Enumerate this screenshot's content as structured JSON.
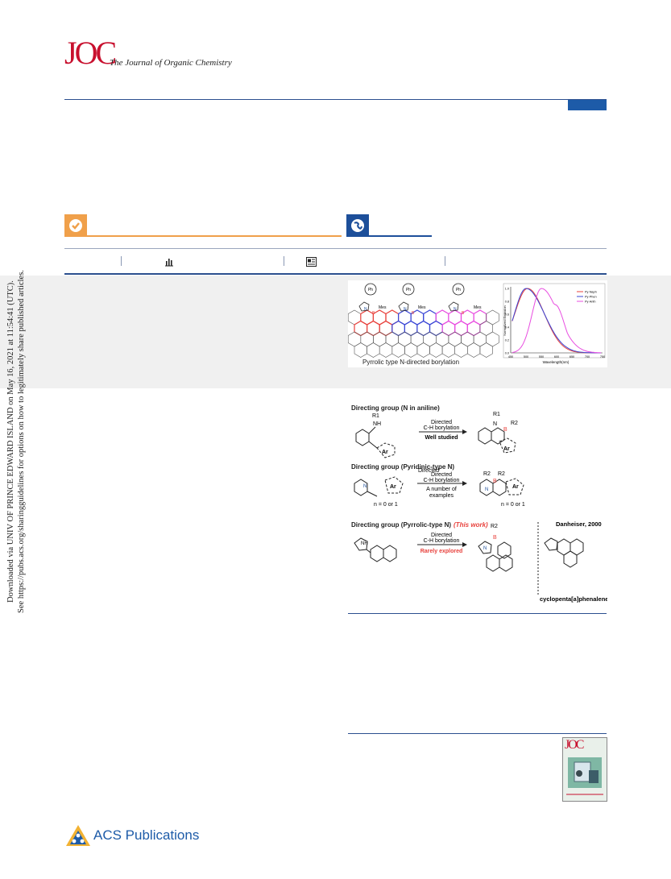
{
  "journal": {
    "logo": "JOC",
    "name": "The Journal of Organic Chemistry"
  },
  "sidebar": {
    "line1": "Downloaded via UNIV OF PRINCE EDWARD ISLAND on May 16, 2021 at 11:54:41 (UTC).",
    "line2": "See https://pubs.acs.org/sharingguidelines for options on how to legitimately share published articles."
  },
  "toc_graphic": {
    "caption": "Pyrrolic type N-directed borylation",
    "ph": "Ph",
    "mes": "Mes",
    "n": "N",
    "b": "B",
    "legend": [
      "Py-Naph",
      "Py-Phen",
      "Py-Anth"
    ],
    "legend_colors": [
      "#e8413c",
      "#3b47d6",
      "#e84ce0"
    ],
    "ylabel": "Normalized Emission",
    "xlabel": "Wavelength(nm)",
    "x_ticks": [
      "450",
      "500",
      "550",
      "600",
      "650",
      "700",
      "750"
    ],
    "y_ticks": [
      "0.0",
      "0.2",
      "0.4",
      "0.6",
      "0.8",
      "1.0"
    ]
  },
  "figure1": {
    "row1_title": "Directing group (N in aniline)",
    "row1_arrow": [
      "Directed",
      "C-H borylation",
      "Well studied"
    ],
    "row2_title": "Directing group (Pyridinic-type N)",
    "row2_arrow": [
      "Directed",
      "C-H borylation",
      "A number of",
      "examples"
    ],
    "row3_title": "Directing group (Pyrrolic-type N)",
    "row3_this_work": "(This work)",
    "row3_arrow": [
      "Directed",
      "C-H borylation"
    ],
    "row3_rare": "Rarely explored",
    "danheiser": "Danheiser, 2000",
    "compound": "cyclopenta[a]phenalene",
    "n_range": "n = 0 or 1",
    "ar": "Ar",
    "nh": "NH",
    "r1": "R1",
    "r2": "R2",
    "n": "N",
    "b": "B"
  },
  "cover": {
    "title": "JOC"
  },
  "publisher": {
    "name": "ACS Publications"
  },
  "colors": {
    "brand": "#c8102e",
    "navy": "#2b4f8f",
    "orange": "#f0a04a",
    "blue": "#1d4f9a"
  }
}
